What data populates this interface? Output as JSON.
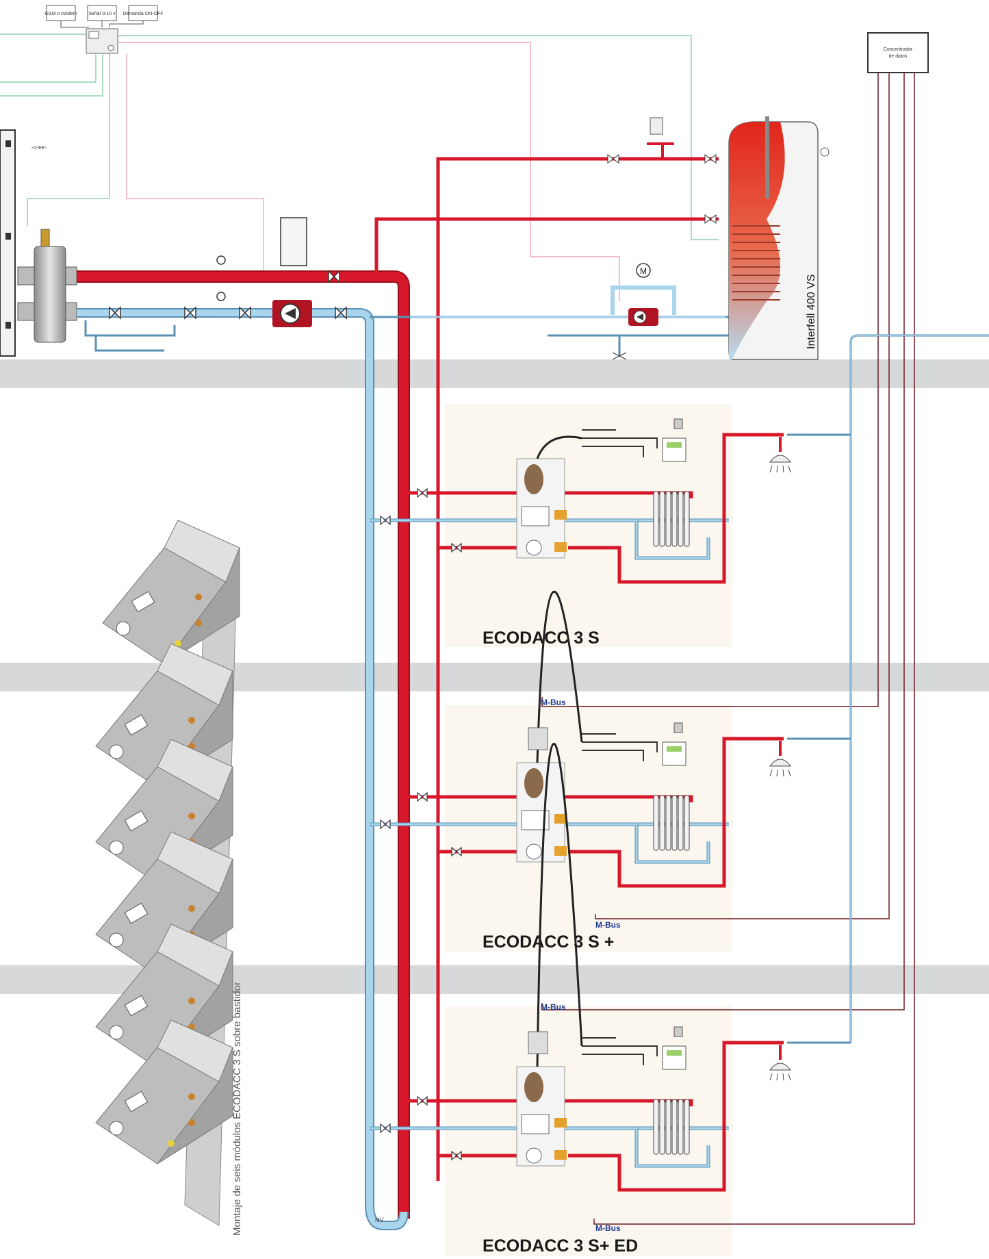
{
  "control_boxes": [
    "GSM o módem",
    "Señal 0-10 v",
    "Demanda ON-OFF"
  ],
  "concentrator": {
    "line1": "Concentrador",
    "line2": "de datos"
  },
  "tank_label": "Interfell 400 VS",
  "pump_motor_label": "M",
  "valve_label": "NV",
  "mbus_label": "M-Bus",
  "modules": [
    {
      "title": "ECODACC 3 S"
    },
    {
      "title": "ECODACC 3 S +"
    },
    {
      "title": "ECODACC 3 S+ ED"
    }
  ],
  "rack_caption": "Montaje de seis módulos ECODACC 3 S sobre bastidor",
  "colors": {
    "hot_pipe": "#d7182a",
    "cold_pipe": "#a8d4ec",
    "cold_pipe_edge": "#5a8fb5",
    "signal_dark": "#6b1a20",
    "signal_green": "#7cc59a",
    "signal_pink": "#e89aa2",
    "floor_band": "#d7d8da",
    "room_bg": "#fbf7ee",
    "module_grey": "#9a9a9a"
  }
}
